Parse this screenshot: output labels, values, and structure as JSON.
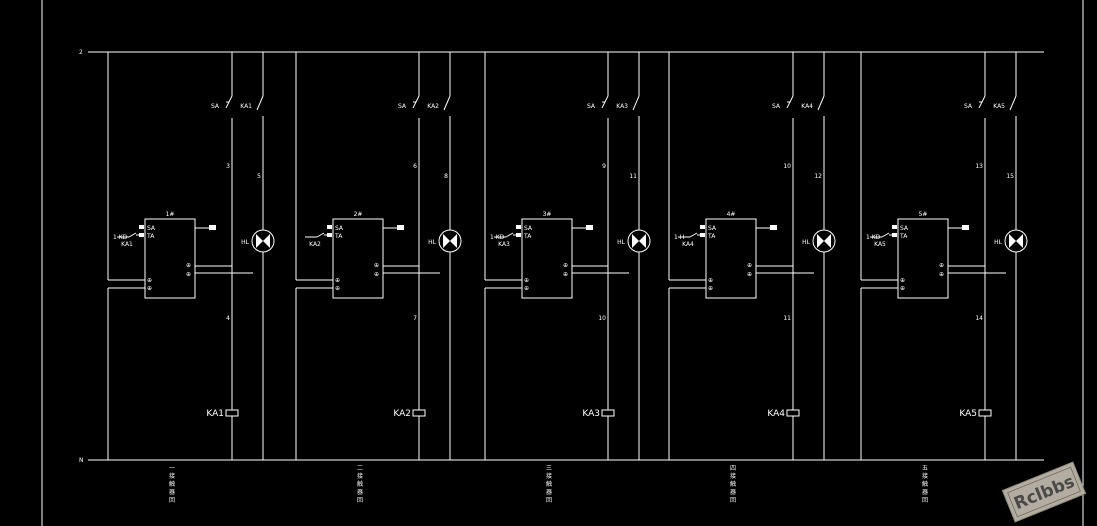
{
  "colors": {
    "background": "#000000",
    "line": "#ffffff",
    "watermark_bg": "#b3aca0",
    "watermark_text": "#4a4a4a"
  },
  "rails": {
    "top_label": "2",
    "bottom_label": "N"
  },
  "circuits": [
    {
      "unit_label": "1#",
      "switch_label": "SA",
      "contact_label": "KA1",
      "wire_switch_top": "3",
      "wire_lamp": "5",
      "wire_coil": "4",
      "lamp_label": "HL",
      "input_label": "KA1",
      "coil_label": "KA1",
      "terminal_top_1": "SA",
      "terminal_top_2": "TA",
      "side_label": "1 KD",
      "bottom_caption": "一 接 触 器 回"
    },
    {
      "unit_label": "2#",
      "switch_label": "SA",
      "contact_label": "KA2",
      "wire_switch_top": "6",
      "wire_lamp": "8",
      "wire_coil": "7",
      "lamp_label": "HL",
      "input_label": "KA2",
      "coil_label": "KA2",
      "terminal_top_1": "SA",
      "terminal_top_2": "TA",
      "side_label": "",
      "bottom_caption": "二 接 触 器 回"
    },
    {
      "unit_label": "3#",
      "switch_label": "SA",
      "contact_label": "KA3",
      "wire_switch_top": "9",
      "wire_lamp": "11",
      "wire_coil": "10",
      "lamp_label": "HL",
      "input_label": "KA3",
      "coil_label": "KA3",
      "terminal_top_1": "SA",
      "terminal_top_2": "TA",
      "side_label": "1 KD",
      "bottom_caption": "三 接 触 器 回"
    },
    {
      "unit_label": "4#",
      "switch_label": "SA",
      "contact_label": "KA4",
      "wire_switch_top": "10",
      "wire_lamp": "12",
      "wire_coil": "11",
      "lamp_label": "HL",
      "input_label": "KA4",
      "coil_label": "KA4",
      "terminal_top_1": "SA",
      "terminal_top_2": "TA",
      "side_label": "1 H",
      "bottom_caption": "四 接 触 器 回"
    },
    {
      "unit_label": "5#",
      "switch_label": "SA",
      "contact_label": "KA5",
      "wire_switch_top": "13",
      "wire_lamp": "15",
      "wire_coil": "14",
      "lamp_label": "HL",
      "input_label": "KA5",
      "coil_label": "KA5",
      "terminal_top_1": "SA",
      "terminal_top_2": "TA",
      "side_label": "1 KD",
      "bottom_caption": "五 接 触 器 回"
    }
  ],
  "watermark": {
    "text": "Rclbbs"
  }
}
